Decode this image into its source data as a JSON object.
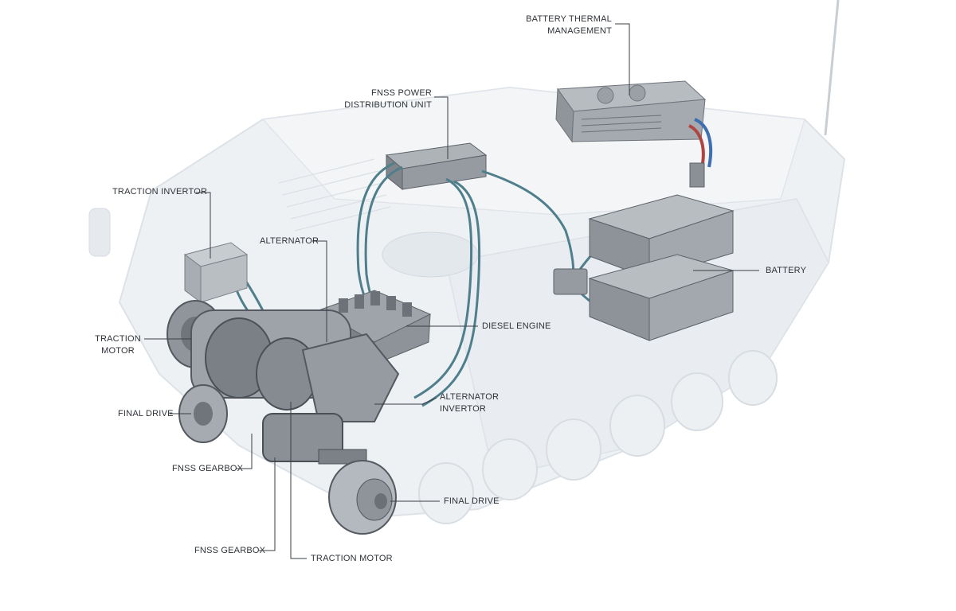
{
  "labels": {
    "battery_thermal_management_l1": "BATTERY THERMAL",
    "battery_thermal_management_l2": "MANAGEMENT",
    "fnss_pdu_l1": "FNSS POWER",
    "fnss_pdu_l2": "DISTRIBUTION UNIT",
    "traction_invertor": "TRACTION INVERTOR",
    "alternator": "ALTERNATOR",
    "battery": "BATTERY",
    "diesel_engine": "DIESEL ENGINE",
    "traction_motor_left_l1": "TRACTION",
    "traction_motor_left_l2": "MOTOR",
    "alternator_invertor_l1": "ALTERNATOR",
    "alternator_invertor_l2": "INVERTOR",
    "final_drive_left": "FINAL DRIVE",
    "fnss_gearbox_upper": "FNSS GEARBOX",
    "final_drive_right": "FINAL DRIVE",
    "fnss_gearbox_lower": "FNSS GEARBOX",
    "traction_motor_bottom": "TRACTION MOTOR"
  },
  "colors": {
    "hull": "#eef1f4",
    "hull_edge": "#d5dbe1",
    "component": "#8a9096",
    "component_dark": "#5c6268",
    "cable": "#4f7f8c",
    "leader": "#3a3f44",
    "hot_pipe": "#b0443f",
    "cold_pipe": "#3f6fb0"
  }
}
